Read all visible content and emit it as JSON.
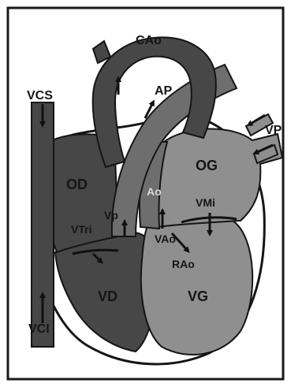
{
  "labels": {
    "cao": "CAo",
    "ap": "AP",
    "vcs": "VCS",
    "vp": "VP",
    "od": "OD",
    "og": "OG",
    "ao": "Ao",
    "vmi": "VMi",
    "vtri": "VTri",
    "vpv": "Vp",
    "vao": "VAo",
    "rao": "RAo",
    "vd": "VD",
    "vg": "VG",
    "vci": "VCI"
  },
  "colors": {
    "dark_chamber": "#474747",
    "mid_chamber": "#6e6e6e",
    "light_chamber": "#8f8f8f",
    "outline": "#151515",
    "frame": "#1a1a1a",
    "background": "#ffffff"
  }
}
